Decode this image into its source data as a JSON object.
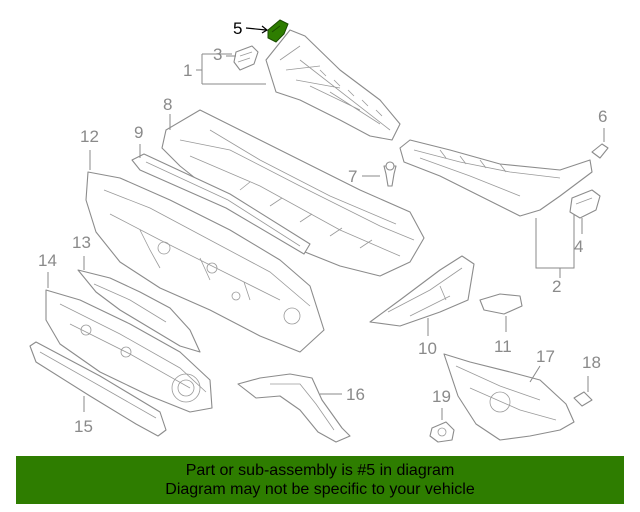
{
  "diagram": {
    "callouts": [
      "1",
      "2",
      "3",
      "4",
      "5",
      "6",
      "7",
      "8",
      "9",
      "10",
      "11",
      "12",
      "13",
      "14",
      "15",
      "16",
      "17",
      "18",
      "19"
    ],
    "highlighted_callout": "5",
    "highlight_color": "#2e7d00"
  },
  "banner": {
    "line1": "Part or sub-assembly is #5 in diagram",
    "line2": "Diagram may not be specific to your vehicle",
    "background": "#2e7d00"
  }
}
